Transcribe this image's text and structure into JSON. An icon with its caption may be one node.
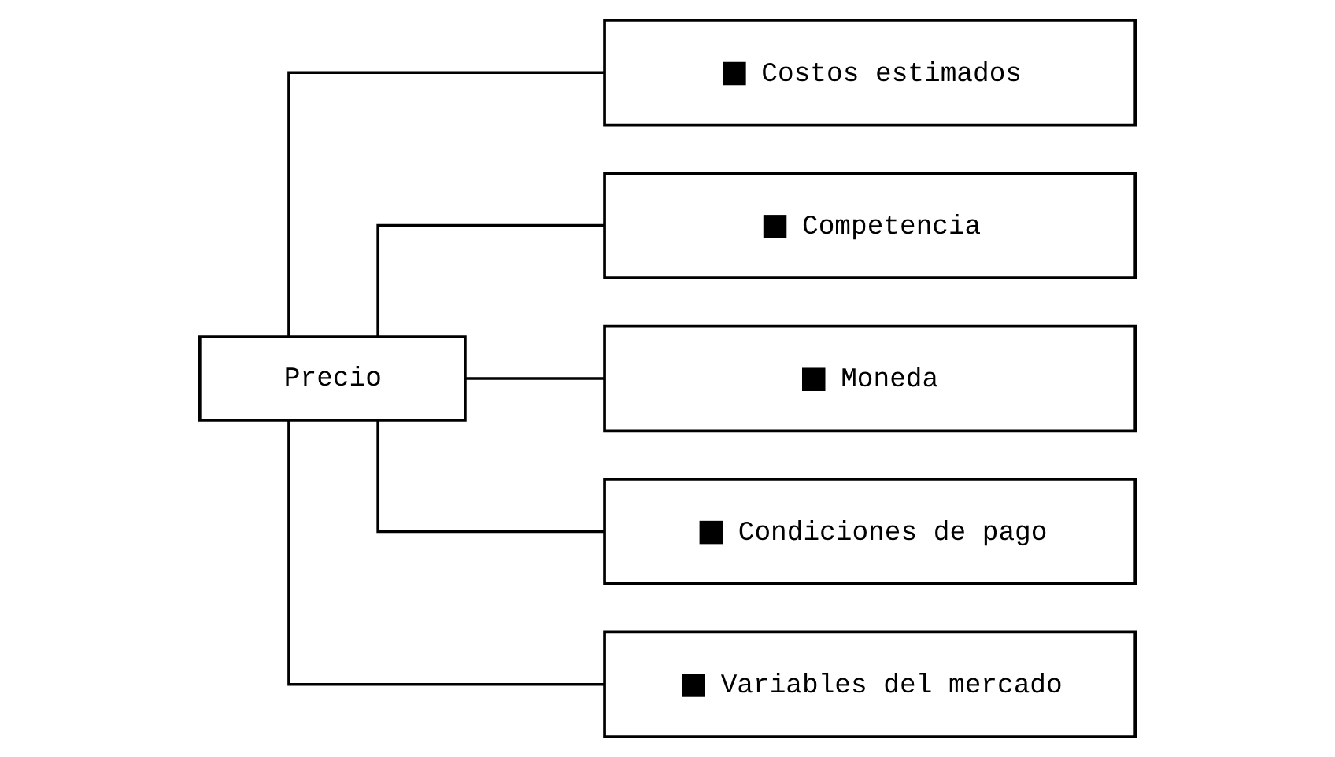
{
  "diagram": {
    "nodes": [
      {
        "text": [
          "Precio"
        ]
      },
      {
        "text": [
          "Costos estimados"
        ]
      },
      {
        "text": [
          "Competencia"
        ]
      },
      {
        "text": [
          "Moneda"
        ]
      },
      {
        "text": [
          "Condiciones de pago"
        ]
      },
      {
        "text": [
          "Variables del mercado"
        ]
      }
    ],
    "edges": [
      {
        "from": 0,
        "to": 1,
        "arrow": "none"
      },
      {
        "from": 0,
        "to": 2,
        "arrow": "none"
      },
      {
        "from": 0,
        "to": 3,
        "arrow": "none"
      },
      {
        "from": 0,
        "to": 4,
        "arrow": "none"
      },
      {
        "from": 0,
        "to": 5,
        "arrow": "none"
      }
    ]
  }
}
